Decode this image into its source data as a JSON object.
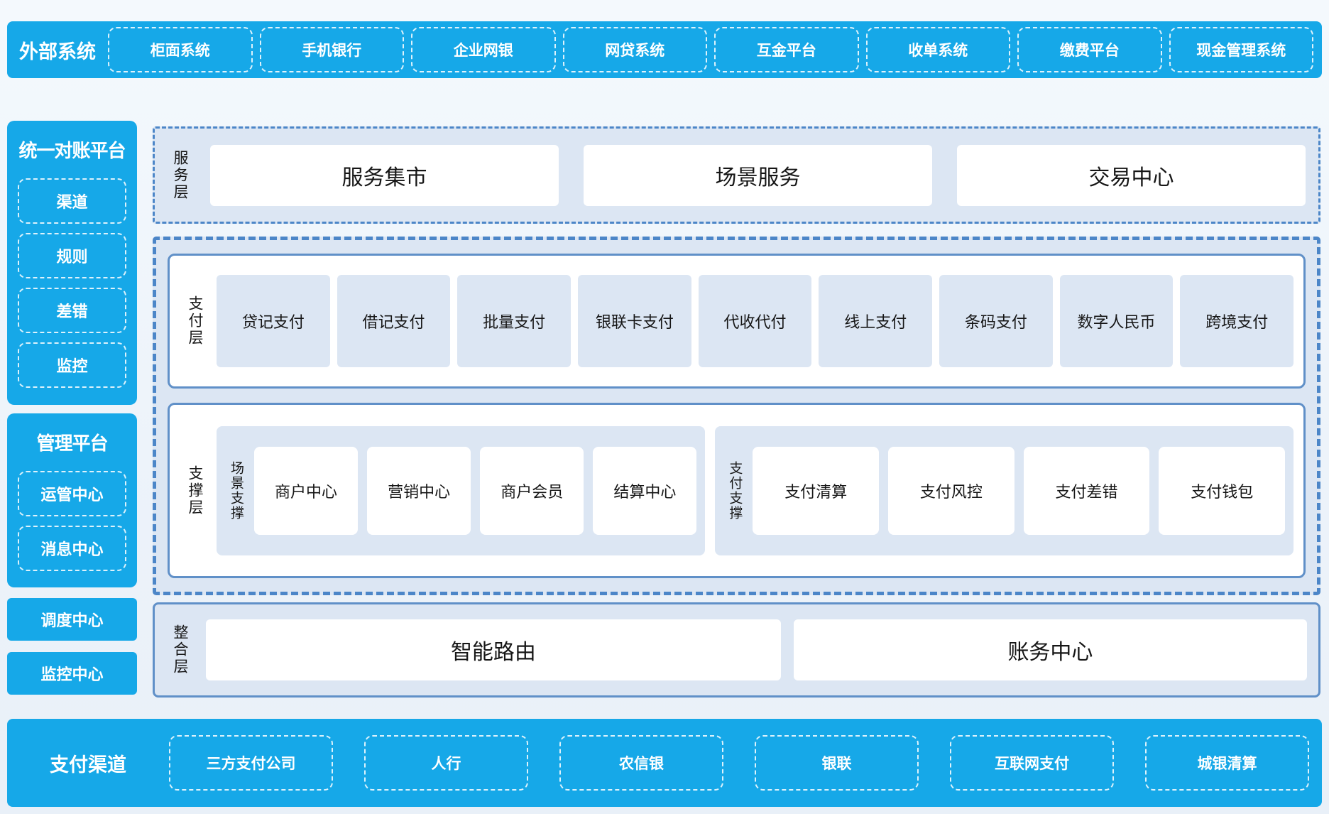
{
  "colors": {
    "cyan": "#16a8e8",
    "panel_light_blue": "#dce6f3",
    "solid_border_blue": "#6090c8",
    "dashed_border_blue": "#4c86c8",
    "card_white": "#ffffff",
    "text_dark": "#161616",
    "text_white": "#ffffff"
  },
  "top_bar": {
    "label": "外部系统",
    "items": [
      "柜面系统",
      "手机银行",
      "企业网银",
      "网贷系统",
      "互金平台",
      "收单系统",
      "缴费平台",
      "现金管理系统"
    ]
  },
  "sidebar": {
    "reconciliation_platform": {
      "title": "统一对账平台",
      "items": [
        "渠道",
        "规则",
        "差错",
        "监控"
      ]
    },
    "management_platform": {
      "title": "管理平台",
      "items": [
        "运管中心",
        "消息中心"
      ]
    },
    "blocks": [
      "调度中心",
      "监控中心"
    ]
  },
  "service_layer": {
    "label": "服务层",
    "items": [
      "服务集市",
      "场景服务",
      "交易中心"
    ]
  },
  "payment_layer": {
    "label": "支付层",
    "items": [
      "贷记支付",
      "借记支付",
      "批量支付",
      "银联卡支付",
      "代收代付",
      "线上支付",
      "条码支付",
      "数字人民币",
      "跨境支付"
    ]
  },
  "support_layer": {
    "label": "支撑层",
    "groups": [
      {
        "label": "场景支撑",
        "items": [
          "商户中心",
          "营销中心",
          "商户会员",
          "结算中心"
        ]
      },
      {
        "label": "支付支撑",
        "items": [
          "支付清算",
          "支付风控",
          "支付差错",
          "支付钱包"
        ]
      }
    ]
  },
  "integration_layer": {
    "label": "整合层",
    "items": [
      "智能路由",
      "账务中心"
    ]
  },
  "bottom_bar": {
    "label": "支付渠道",
    "items": [
      "三方支付公司",
      "人行",
      "农信银",
      "银联",
      "互联网支付",
      "城银清算"
    ]
  }
}
